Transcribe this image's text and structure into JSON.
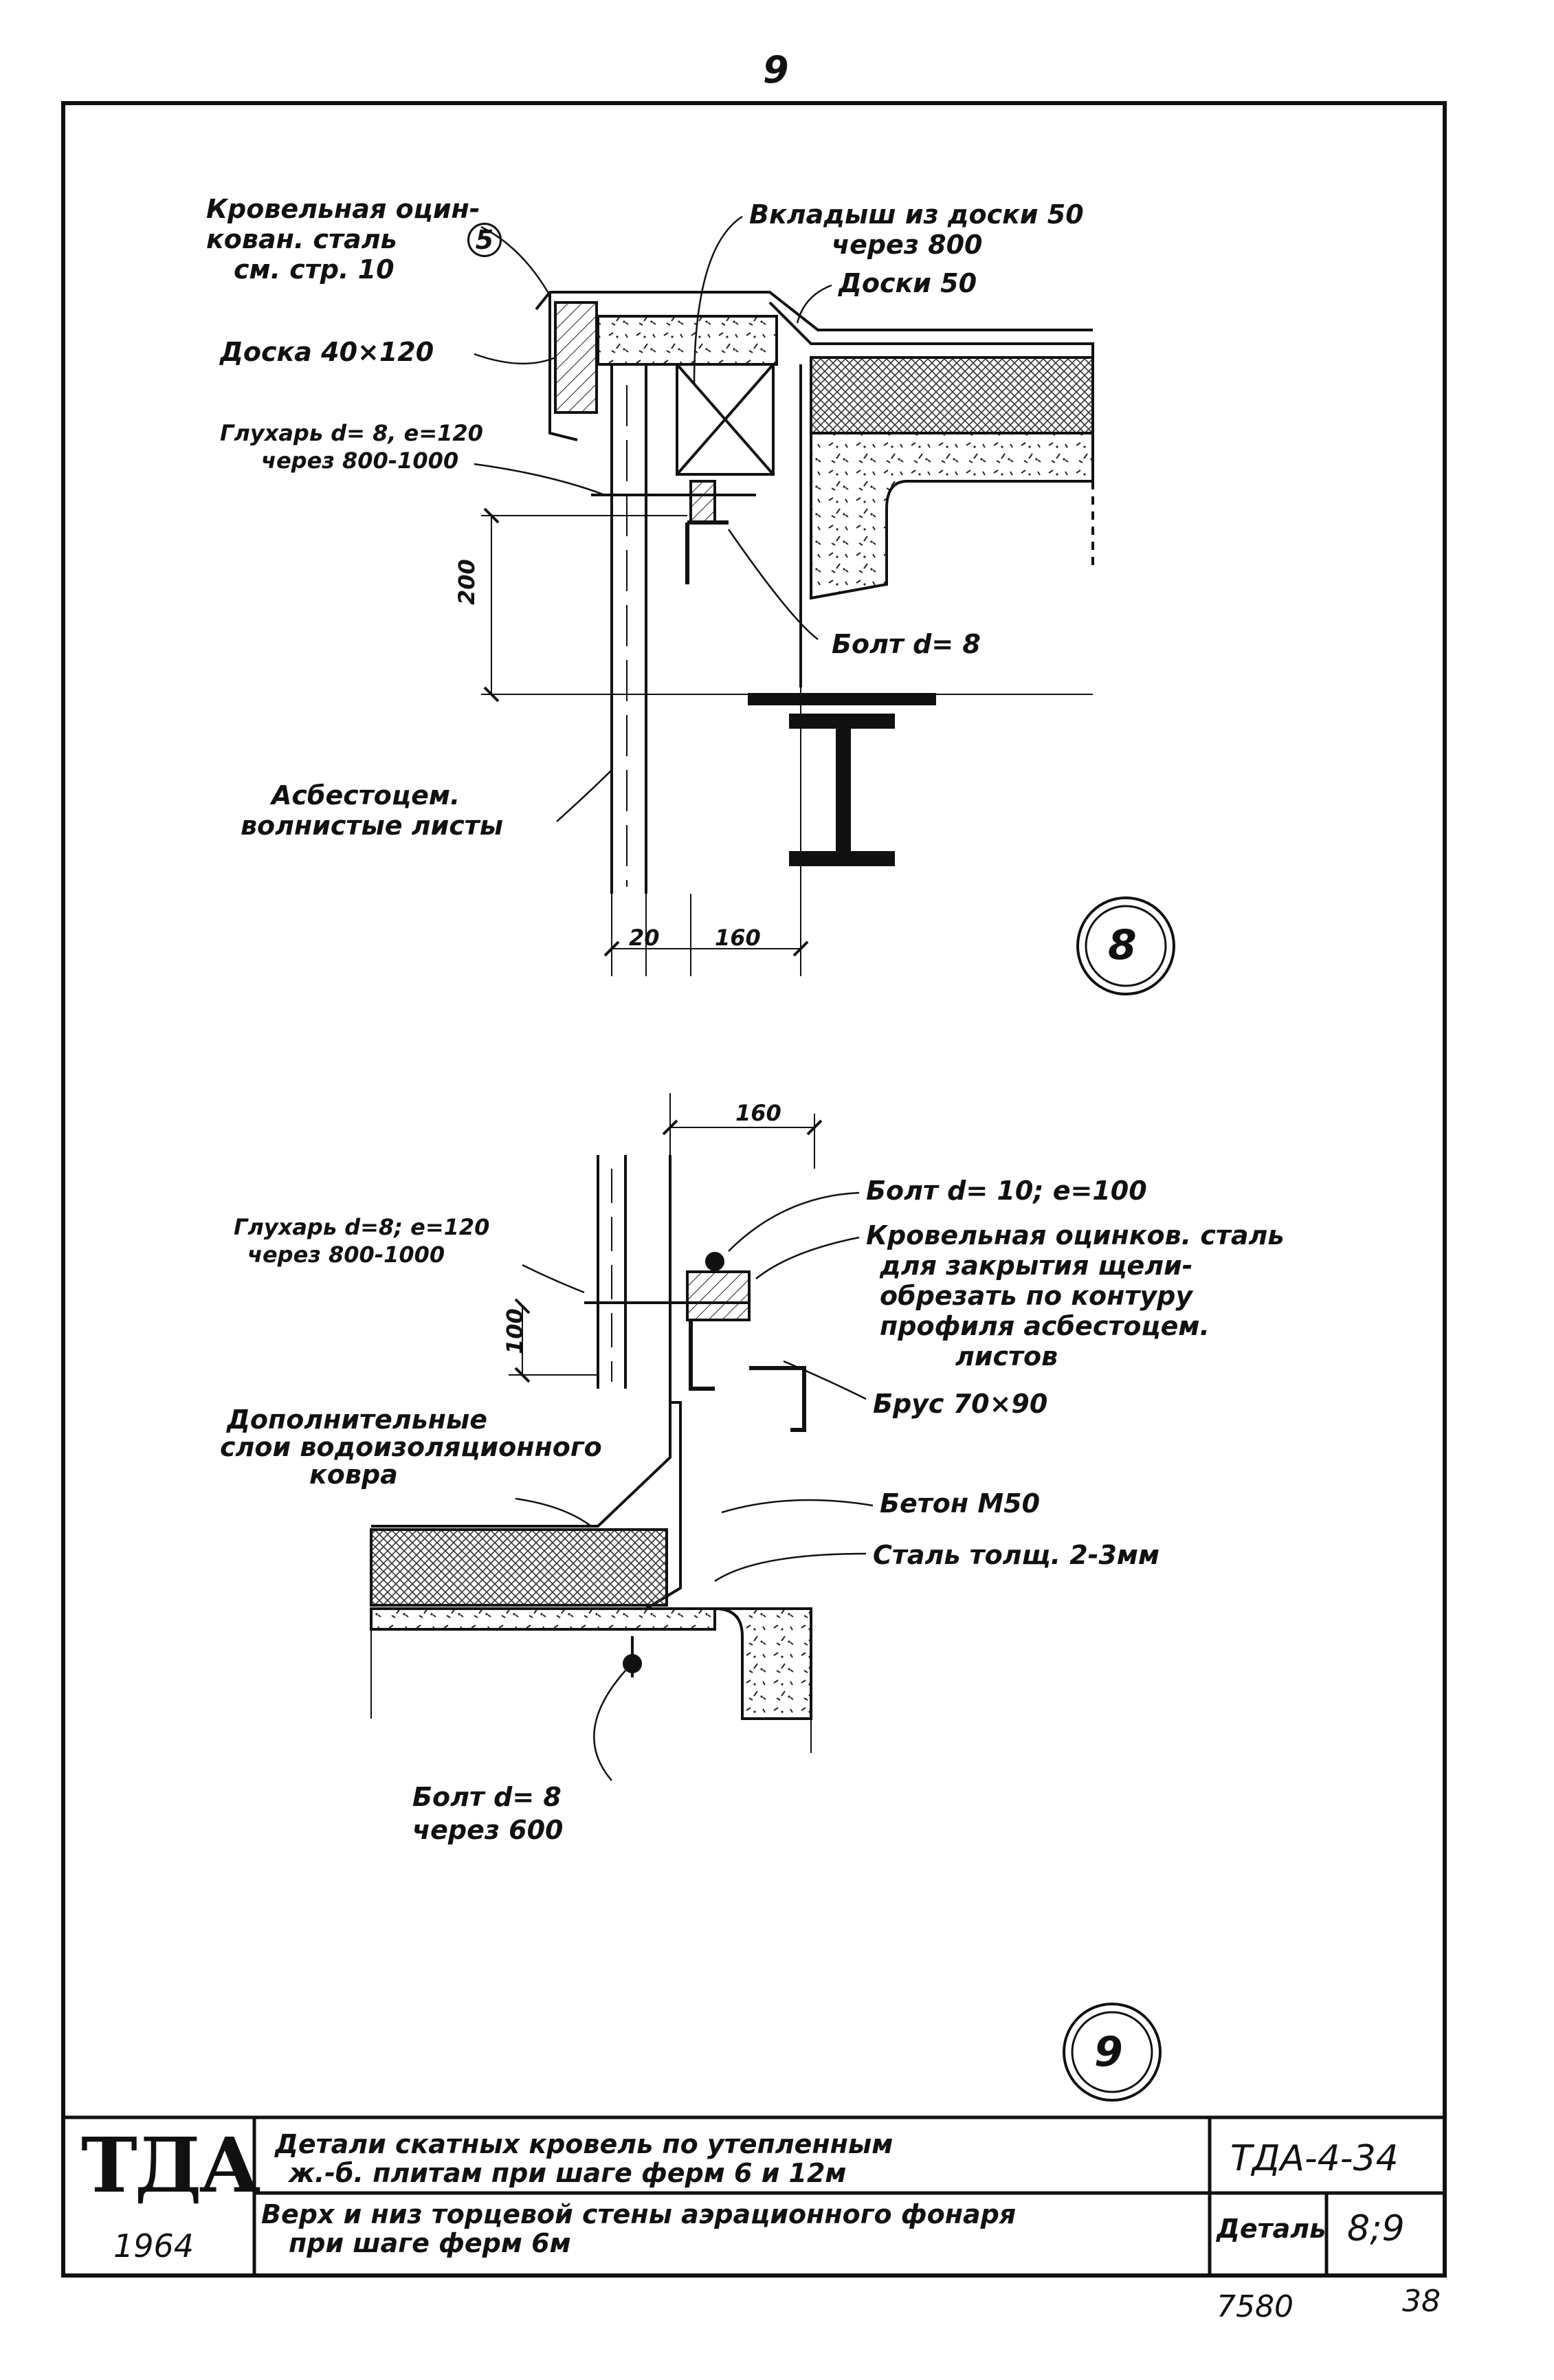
{
  "page_number": "9",
  "detail_8": {
    "roofing_steel": [
      "Кровельная оцин-",
      "кован. сталь",
      "см. стр. 10"
    ],
    "roofing_steel_ref": "5",
    "board_40x120": "Доска 40×120",
    "wood_plug": [
      "Глухарь d= 8, е=120",
      "через 800-1000"
    ],
    "insert_board": [
      "Вкладыш из доски 50",
      "через 800"
    ],
    "board_50": "Доски 50",
    "bolt_8": "Болт d= 8",
    "dim_200": "200",
    "asbestos_sheets": [
      "Асбестоцем.",
      "волнистые листы"
    ],
    "dim_20": "20",
    "dim_160": "160",
    "circle_label": "8"
  },
  "detail_9": {
    "dim_160": "160",
    "bolt_10": "Болт d= 10; е=100",
    "roofing_steel_closing": [
      "Кровельная оцинков. сталь",
      "для закрытия щели-",
      "обрезать по контуру",
      "профиля асбестоцем.",
      "листов"
    ],
    "wood_plug": [
      "Глухарь d=8; е=120",
      "через 800-1000"
    ],
    "dim_100": "100",
    "timber": "Брус 70×90",
    "extra_layer": [
      "Дополнительные",
      "слои водоизоляционного",
      "ковра"
    ],
    "concrete": "Бетон М50",
    "steel_thickness": "Сталь толщ. 2-3мм",
    "bolt_8": [
      "Болт d= 8",
      "через 600"
    ],
    "circle_label": "9"
  },
  "title_block": {
    "logo": "ТДА",
    "year": "1964",
    "title_top": [
      "Детали скатных кровель по утепленным",
      "ж.-б. плитам при шаге ферм 6 и 12м"
    ],
    "code": "ТДА-4-34",
    "title_bottom": [
      "Верх и низ торцевой стены аэрационного фонаря",
      "при шаге ферм 6м"
    ],
    "detail_label": "Деталь",
    "detail_value": "8;9"
  },
  "sheet_number": "7580",
  "page_ref": "38"
}
